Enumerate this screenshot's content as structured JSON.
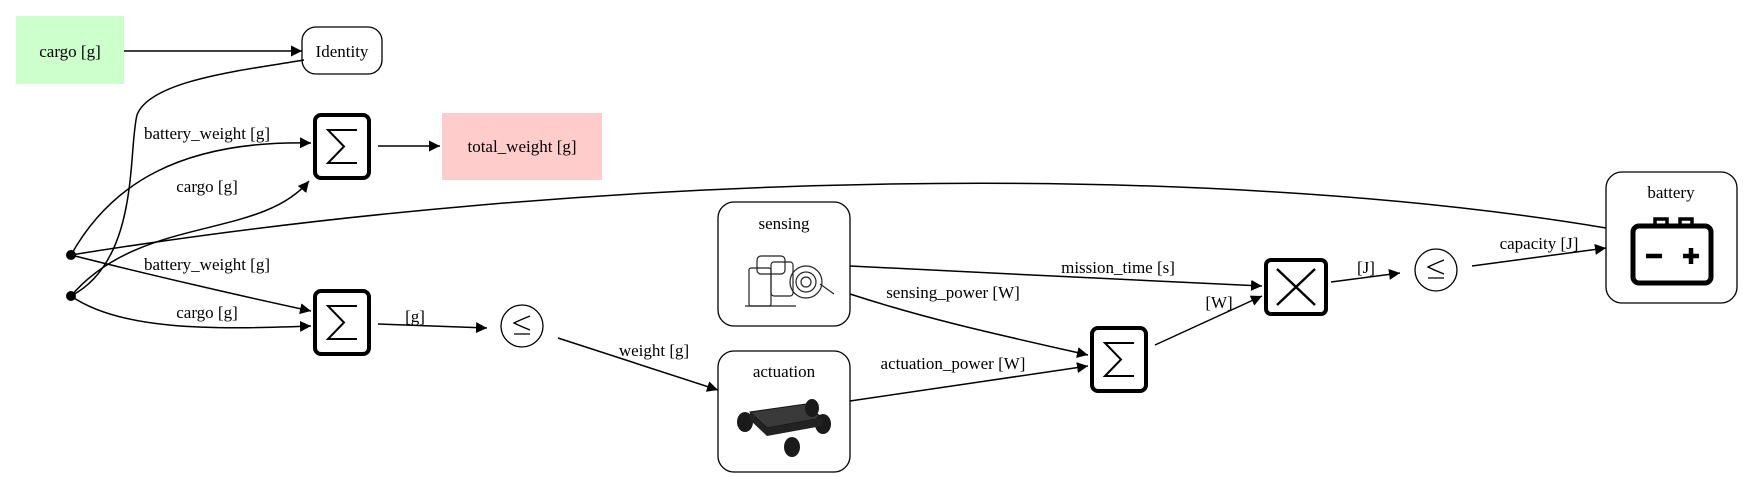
{
  "diagram": {
    "nodes": {
      "cargo_in": "cargo [g]",
      "identity": "Identity",
      "total_weight": "total_weight [g]",
      "sensing": "sensing",
      "actuation": "actuation",
      "battery": "battery"
    },
    "edges": {
      "battery_weight_top": "battery_weight [g]",
      "cargo_top": "cargo [g]",
      "battery_weight_mid": "battery_weight [g]",
      "cargo_mid": "cargo [g]",
      "g_out": "[g]",
      "weight": "weight [g]",
      "mission_time": "mission_time [s]",
      "sensing_power": "sensing_power [W]",
      "actuation_power": "actuation_power [W]",
      "watts": "[W]",
      "joules": "[J]",
      "capacity": "capacity [J]"
    },
    "colors": {
      "input_fill": "#ccffcc",
      "output_fill": "#ffcccc"
    }
  }
}
